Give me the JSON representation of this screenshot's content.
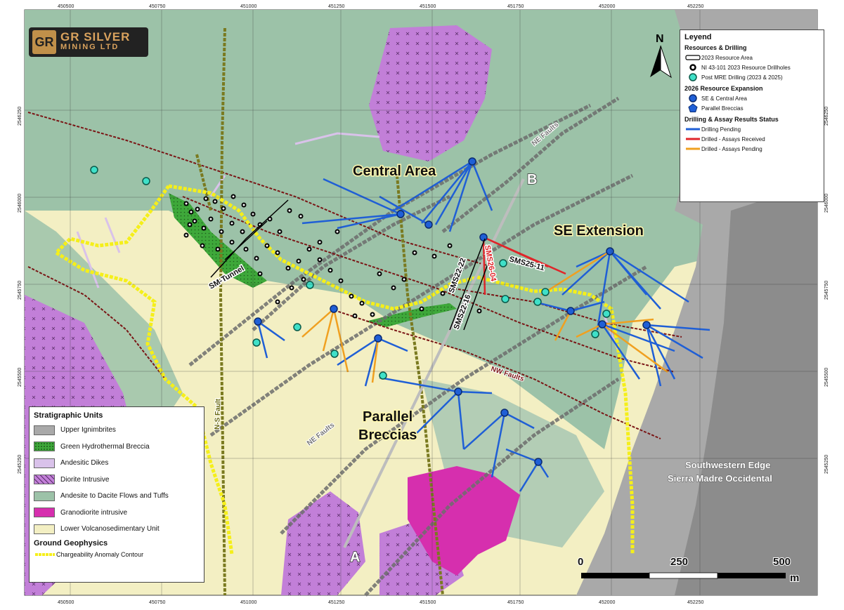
{
  "logo": {
    "mark": "GR",
    "line1": "GR SILVER",
    "line2": "MINING LTD"
  },
  "north": "N",
  "coords": {
    "easting": [
      "450500",
      "450750",
      "451000",
      "451250",
      "451500",
      "451750",
      "452000",
      "452250"
    ],
    "northing": [
      "2546250",
      "2546000",
      "2545750",
      "2545500",
      "2545250"
    ]
  },
  "labels": {
    "central_area": "Central Area",
    "se_extension": "SE Extension",
    "parallel_1": "Parallel",
    "parallel_2": "Breccias",
    "b": "B",
    "a": "A",
    "sm_tunnel": "SM-Tunnel",
    "sms22_22": "SMS22-22",
    "sms22_16": "SMS22-16",
    "sms26_04": "SMS26-04",
    "sms25_11": "SMS25-11",
    "ne_faults_top": "NE Faults",
    "ne_faults_bottom": "NE Faults",
    "nw_faults": "NW Faults",
    "ns_fault": "N-S Fault",
    "sw_edge_1": "Southwestern Edge",
    "sw_edge_2": "Sierra Madre Occidental"
  },
  "scale": {
    "t0": "0",
    "t1": "250",
    "t2": "500",
    "unit": "m"
  },
  "legend_right": {
    "title": "Leyend",
    "sec1": "Resources & Drilling",
    "resource_area": "2023 Resource Area",
    "ni_holes": "NI 43-101 2023 Resource Drillholes",
    "post_mre": "Post MRE Drilling (2023 & 2025)",
    "sec2": "2026 Resource Expansion",
    "se_central": "SE & Central Area",
    "parallel_breccias": "Parallel Breccias",
    "sec3": "Drilling & Assay Results Status",
    "pending": "Drilling Pending",
    "received": "Drilled - Assays Received",
    "assays_pending": "Drilled - Assays Pending"
  },
  "legend_left": {
    "title": "Stratigraphic Units",
    "units": [
      {
        "label": "Upper Ignimbrites",
        "color": "#a9a9a9"
      },
      {
        "label": "Green Hydrothermal Breccia",
        "color": "#3ea83a"
      },
      {
        "label": "Andesitic Dikes",
        "color": "#d9c2ea"
      },
      {
        "label": "Diorite Intrusive",
        "color": "#c27fd8"
      },
      {
        "label": "Andesite to Dacite Flows and Tuffs",
        "color": "#9cc2a8"
      },
      {
        "label": "Granodiorite intrusive",
        "color": "#d62fae"
      },
      {
        "label": "Lower Volcanosedimentary Unit",
        "color": "#f3efc3"
      }
    ],
    "geophysics_title": "Ground Geophysics",
    "chargeability": "Chargeability Anomaly Contour"
  },
  "colors": {
    "pending": "#1f5fd6",
    "received": "#e0252a",
    "assays_pending": "#f0a020",
    "contour": "#f5ef1a",
    "fault": "#7a1515"
  }
}
